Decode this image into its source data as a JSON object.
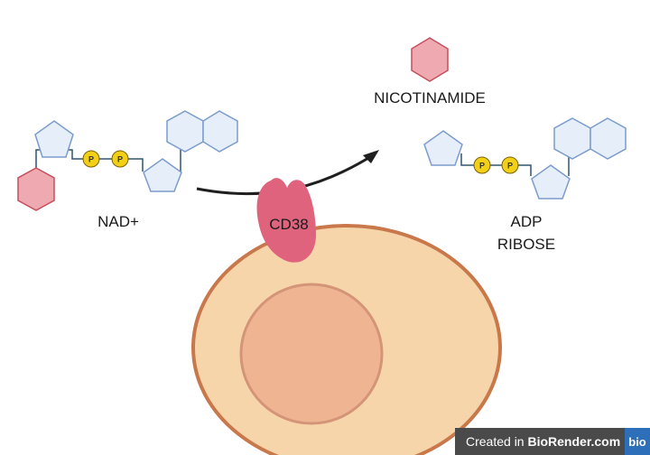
{
  "labels": {
    "nad": "NAD+",
    "nicotinamide": "NICOTINAMIDE",
    "adp_line1": "ADP",
    "adp_line2": "RIBOSE",
    "enzyme": "CD38",
    "phosphate": "P"
  },
  "watermark": {
    "prefix": "Created in ",
    "brand": "BioRender.com",
    "logo": "bio"
  },
  "colors": {
    "cell_fill": "#f7d5ab",
    "cell_border": "#c8784a",
    "nucleus_fill": "#efb592",
    "nucleus_border": "#d49478",
    "enzyme": "#e0637e",
    "ring_fill": "#e6eef9",
    "ring_stroke": "#7b9ccc",
    "nicotinamide_fill": "#eeaab0",
    "nicotinamide_stroke": "#c4505e",
    "phosphate_fill": "#f3d018",
    "link_color": "#2f5570"
  }
}
